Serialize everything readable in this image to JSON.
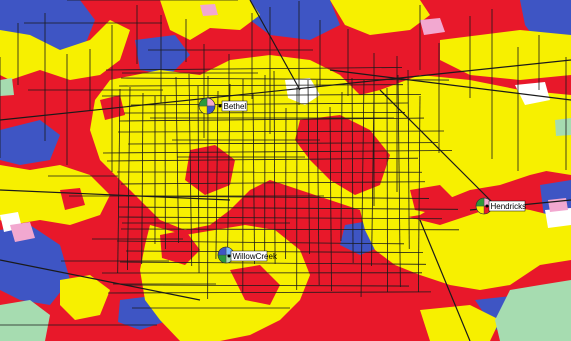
{
  "map": {
    "colors": {
      "red": "#e8182a",
      "yellow": "#f7f000",
      "blue": "#3e55c4",
      "green": "#a6dcb0",
      "pink": "#f2a8d0",
      "white": "#ffffff",
      "road": "#1a1a1a"
    },
    "sites": [
      {
        "id": "bethel",
        "label": "Bethel",
        "pie_colors": [
          "#f2a8d0",
          "#3e55c4",
          "#f7f000",
          "#2c9a3a"
        ]
      },
      {
        "id": "hendricks",
        "label": "Hendricks",
        "pie_colors": [
          "#f2a8d0",
          "#e8182a",
          "#f7f000",
          "#2c9a3a"
        ]
      },
      {
        "id": "willowcreek",
        "label": "WillowCreek",
        "pie_colors": [
          "#7ab8ff",
          "#a6dcb0",
          "#2c9a3a",
          "#3e55c4"
        ]
      }
    ]
  }
}
